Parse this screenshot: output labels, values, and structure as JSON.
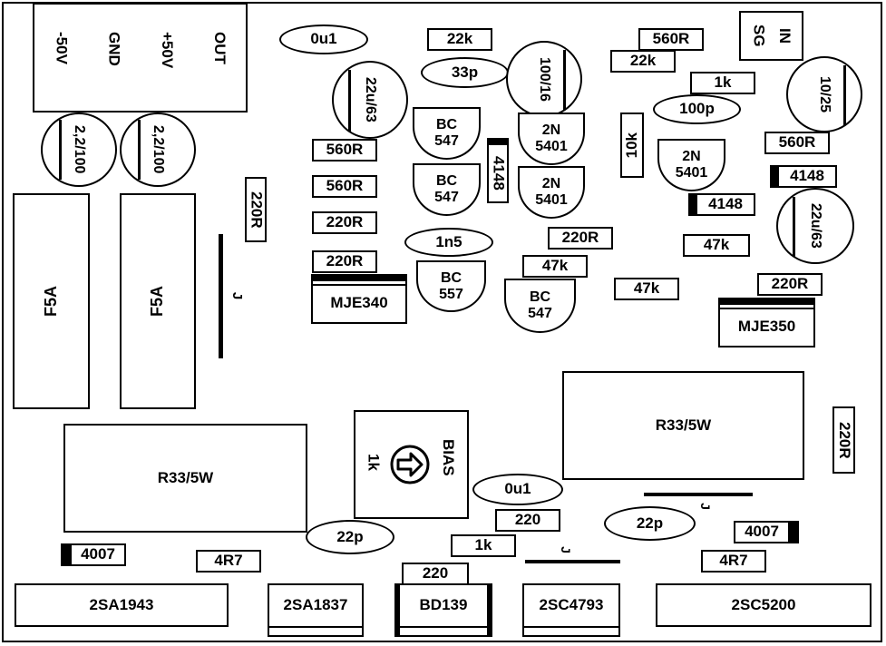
{
  "terminal": {
    "pins": [
      "-50V",
      "GND",
      "+50V",
      "OUT"
    ]
  },
  "input": {
    "in": "IN",
    "sg": "SG"
  },
  "supply_caps": [
    "2,2/100",
    "2,2/100"
  ],
  "fuses": [
    "F5A",
    "F5A"
  ],
  "resistors": {
    "r_220r_vert_left": "220R",
    "r_560r_a": "560R",
    "r_560r_b": "560R",
    "r_220r_a": "220R",
    "r_220r_b": "220R",
    "r_22k_a": "22k",
    "r_220r_c": "220R",
    "r_47k_a": "47k",
    "r_47k_b": "47k",
    "r_10k": "10k",
    "r_560r_top": "560R",
    "r_22k_b": "22k",
    "r_1k_top": "1k",
    "r_560r_right": "560R",
    "r_47k_c": "47k",
    "r_220r_right": "220R",
    "r_220r_vert_right": "220R",
    "r_220_a": "220",
    "r_1k_bottom": "1k",
    "r_220_b": "220",
    "r_4r7_a": "4R7",
    "r_4r7_b": "4R7"
  },
  "capacitors": {
    "c_0u1_top": "0u1",
    "c_33p": "33p",
    "c_22u63_left": "22u/63",
    "c_100_16": "100/16",
    "c_1n5": "1n5",
    "c_100p": "100p",
    "c_10_25": "10/25",
    "c_22u63_right": "22u/63",
    "c_0u1_bottom": "0u1",
    "c_22p_left": "22p",
    "c_22p_right": "22p"
  },
  "transistors_small": {
    "bc547_a": [
      "BC",
      "547"
    ],
    "bc547_b": [
      "BC",
      "547"
    ],
    "bc557": [
      "BC",
      "557"
    ],
    "bc547_c": [
      "BC",
      "547"
    ],
    "q2n5401_a": [
      "2N",
      "5401"
    ],
    "q2n5401_b": [
      "2N",
      "5401"
    ],
    "q2n5401_c": [
      "2N",
      "5401"
    ]
  },
  "diodes": {
    "d4148_a": "4148",
    "d4148_b": "4148",
    "d4148_c": "4148",
    "d4007_left": "4007",
    "d4007_right": "4007"
  },
  "drivers": {
    "mje340": "MJE340",
    "mje350": "MJE350"
  },
  "power_resistors": [
    "R33/5W",
    "R33/5W"
  ],
  "bias_pot": {
    "name": "BIAS",
    "value": "1k"
  },
  "jumper_label": "J",
  "output_transistors": [
    "2SA1943",
    "2SA1837",
    "BD139",
    "2SC4793",
    "2SC5200"
  ]
}
